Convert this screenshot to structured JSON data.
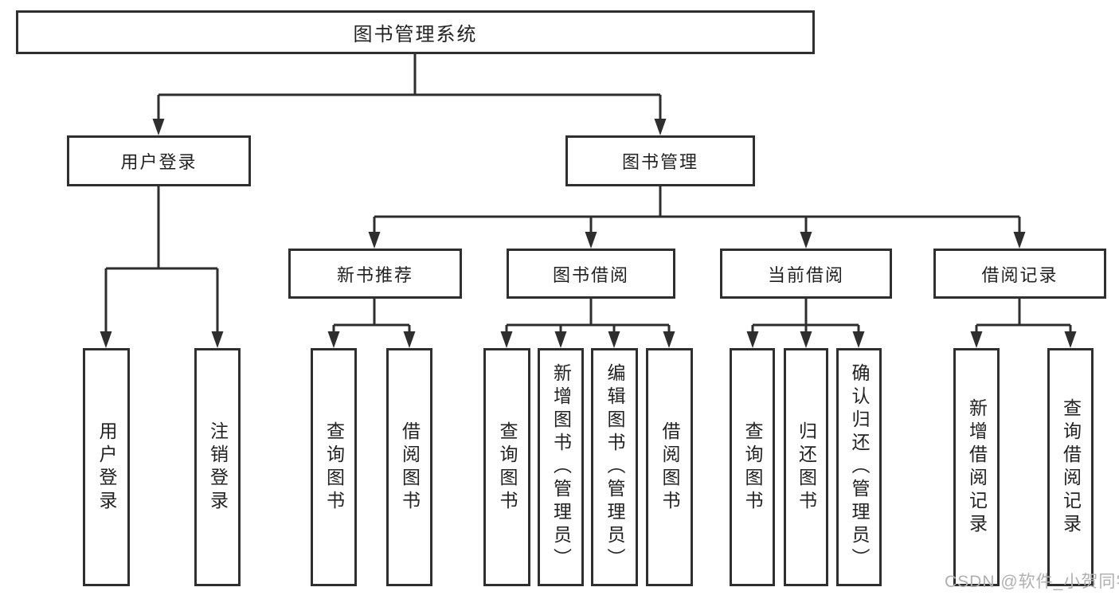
{
  "tree": {
    "root": "图书管理系统",
    "user_login": {
      "label": "用户登录",
      "children": [
        "用户登录",
        "注销登录"
      ]
    },
    "book_mgmt": {
      "label": "图书管理",
      "sections": {
        "new_books": {
          "label": "新书推荐",
          "children": [
            "查询图书",
            "借阅图书"
          ]
        },
        "borrowing": {
          "label": "图书借阅",
          "children": [
            "查询图书",
            "新增图书（管理员）",
            "编辑图书（管理员）",
            "借阅图书"
          ]
        },
        "current": {
          "label": "当前借阅",
          "children": [
            "查询图书",
            "归还图书",
            "确认归还（管理员）"
          ]
        },
        "records": {
          "label": "借阅记录",
          "children": [
            "新增借阅记录",
            "查询借阅记录"
          ]
        }
      }
    }
  },
  "watermark": "CSDN @软件_小贺同学",
  "colors": {
    "line": "#2e2e2e",
    "border": "#2f2f2f",
    "text": "#222222",
    "watermark": "#b0b0b0"
  }
}
